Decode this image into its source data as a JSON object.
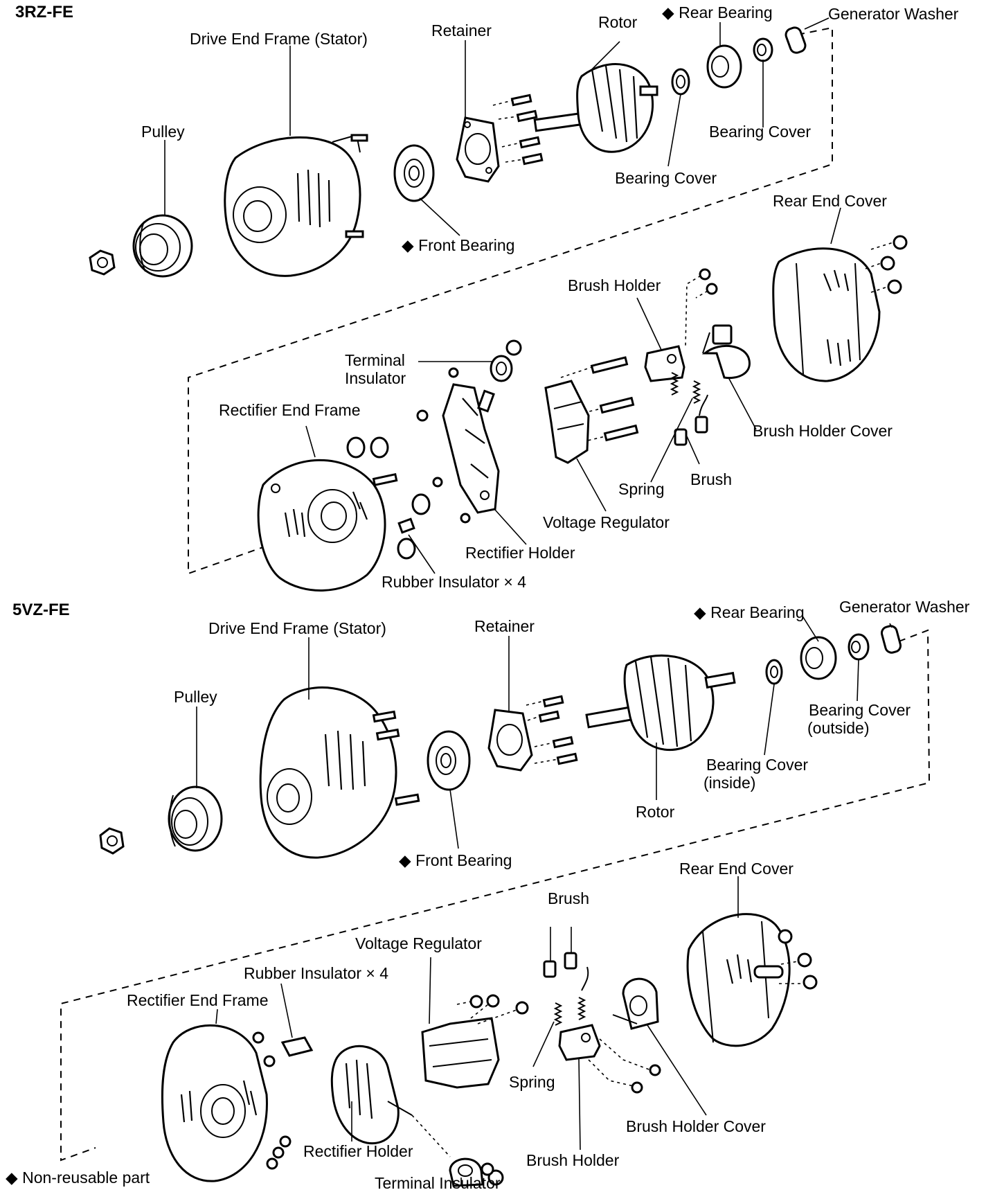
{
  "marker": "◆",
  "sections": {
    "top": {
      "title": "3RZ-FE",
      "labels": {
        "drive_end_frame": "Drive End Frame (Stator)",
        "retainer": "Retainer",
        "rotor": "Rotor",
        "rear_bearing": "Rear Bearing",
        "generator_washer": "Generator Washer",
        "pulley": "Pulley",
        "bearing_cover_rear": "Bearing Cover",
        "bearing_cover": "Bearing Cover",
        "front_bearing": "Front Bearing",
        "rear_end_cover": "Rear End Cover",
        "brush_holder": "Brush Holder",
        "terminal_insulator_1": "Terminal",
        "terminal_insulator_2": "Insulator",
        "rectifier_end_frame": "Rectifier End Frame",
        "brush_holder_cover": "Brush Holder Cover",
        "spring": "Spring",
        "brush": "Brush",
        "voltage_regulator": "Voltage Regulator",
        "rectifier_holder": "Rectifier Holder",
        "rubber_insulator": "Rubber Insulator × 4"
      }
    },
    "bottom": {
      "title": "5VZ-FE",
      "labels": {
        "drive_end_frame": "Drive End Frame (Stator)",
        "retainer": "Retainer",
        "rear_bearing": "Rear Bearing",
        "generator_washer": "Generator Washer",
        "pulley": "Pulley",
        "bearing_cover_outside_1": "Bearing Cover",
        "bearing_cover_outside_2": "(outside)",
        "bearing_cover_inside_1": "Bearing Cover",
        "bearing_cover_inside_2": "(inside)",
        "rotor": "Rotor",
        "front_bearing": "Front Bearing",
        "rear_end_cover": "Rear End Cover",
        "brush": "Brush",
        "voltage_regulator": "Voltage Regulator",
        "rubber_insulator": "Rubber Insulator × 4",
        "rectifier_end_frame": "Rectifier End Frame",
        "spring": "Spring",
        "brush_holder_cover": "Brush Holder Cover",
        "rectifier_holder": "Rectifier Holder",
        "brush_holder": "Brush Holder",
        "terminal_insulator": "Terminal Insulator"
      }
    }
  },
  "legend": {
    "text": "Non-reusable part"
  }
}
